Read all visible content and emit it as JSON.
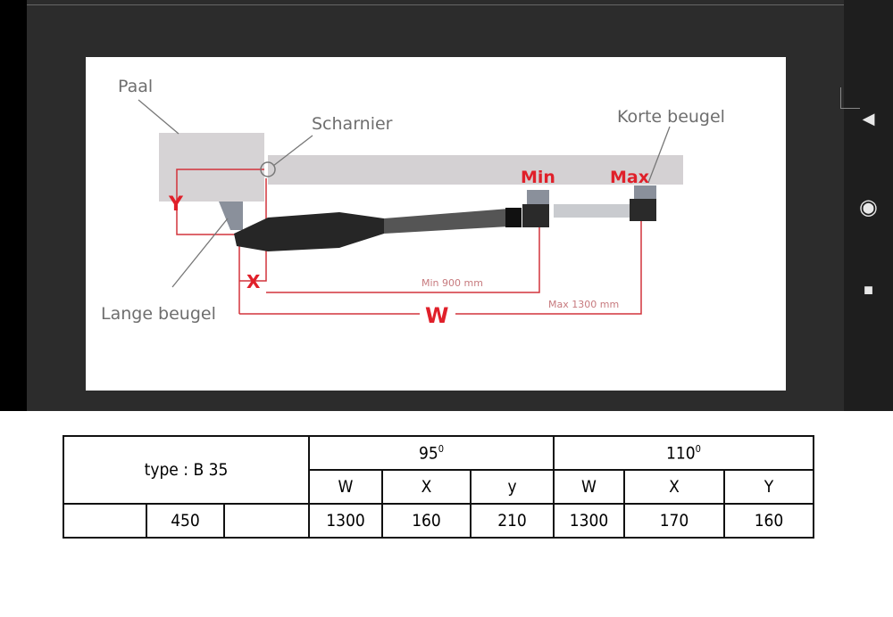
{
  "diagram": {
    "labels": {
      "post": "Paal",
      "hinge": "Scharnier",
      "short_bracket": "Korte beugel",
      "long_bracket": "Lange beugel",
      "min": "Min",
      "max": "Max",
      "x": "X",
      "y": "Y",
      "w": "W",
      "min_dim": "Min 900 mm",
      "max_dim": "Max 1300 mm"
    }
  },
  "table": {
    "type_label": "type : B 35",
    "angle_1": "95",
    "angle_2": "110",
    "degree_mark": "0",
    "headers": [
      "W",
      "X",
      "y",
      "W",
      "X",
      "Y"
    ],
    "row": {
      "a": "",
      "b": "450",
      "c": "",
      "values": [
        "1300",
        "160",
        "210",
        "1300",
        "170",
        "160"
      ]
    }
  },
  "nav": {
    "back": "back-icon",
    "home": "home-icon",
    "recents": "recents-icon"
  },
  "colors": {
    "accent": "#e0202a",
    "dimension": "#c77a7e"
  }
}
